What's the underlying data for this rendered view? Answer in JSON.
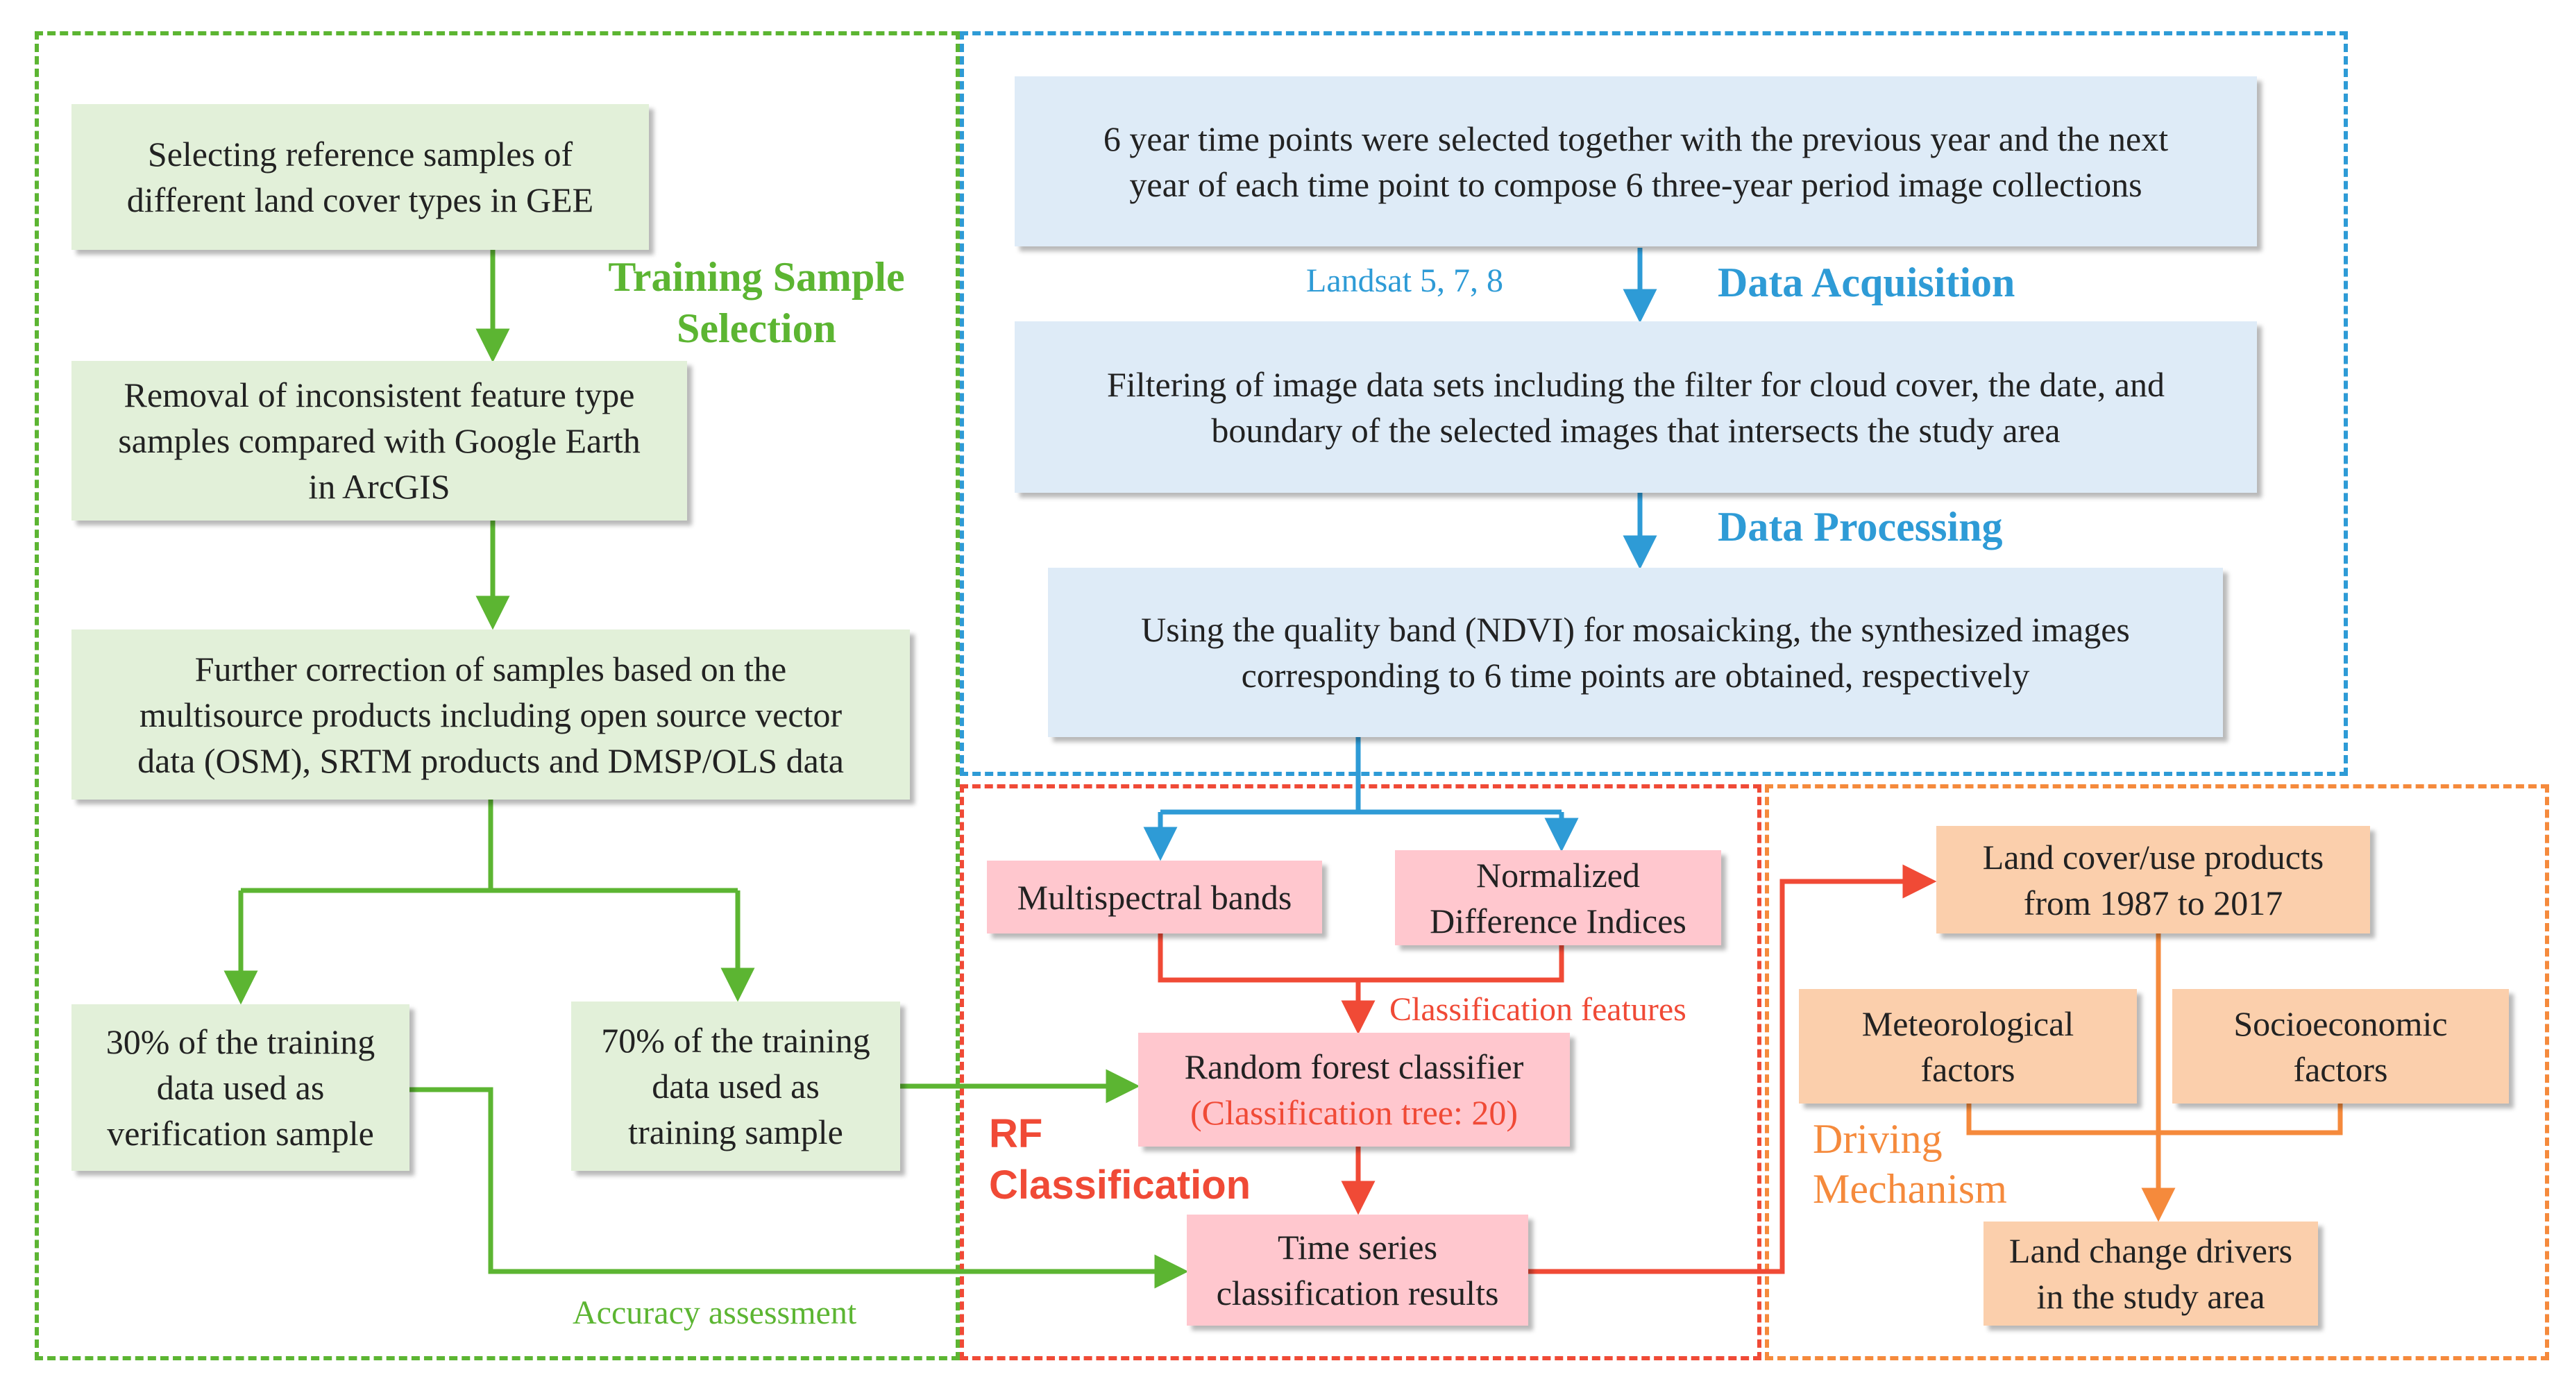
{
  "colors": {
    "green": "#5cb532",
    "blue": "#2e9bd6",
    "red": "#f04a36",
    "orange": "#f58a3c",
    "green_fill": "#e2f0d9",
    "blue_fill": "#deebf7",
    "red_fill": "#ffc7ce",
    "orange_fill": "#fbcfac"
  },
  "sections": {
    "training": {
      "title_line1": "Training Sample",
      "title_line2": "Selection"
    },
    "acquisition": {
      "title": "Data Acquisition",
      "note": "Landsat 5, 7, 8"
    },
    "processing": {
      "title": "Data Processing"
    },
    "rf": {
      "title_line1": "RF",
      "title_line2": "Classification",
      "features_note": "Classification features"
    },
    "driving": {
      "title_line1": "Driving",
      "title_line2": "Mechanism"
    },
    "accuracy": {
      "note": "Accuracy assessment"
    }
  },
  "nodes": {
    "select_samples": {
      "line1": "Selecting reference samples of",
      "line2": "different land cover types in GEE"
    },
    "removal": {
      "line1": "Removal of inconsistent feature type",
      "line2": "samples compared with Google Earth",
      "line3": "in ArcGIS"
    },
    "correction": {
      "line1": "Further correction of samples based on the",
      "line2": "multisource products including open source vector",
      "line3": "data (OSM), SRTM products and DMSP/OLS data"
    },
    "verification": {
      "line1": "30% of the training",
      "line2": "data used as",
      "line3": "verification sample"
    },
    "training_sample": {
      "line1": "70% of the training",
      "line2": "data used as",
      "line3": "training sample"
    },
    "time_points": {
      "line1": "6 year time points were selected together with the previous year and the next",
      "line2": "year of each time point to compose 6 three-year period image collections"
    },
    "filtering": {
      "line1": "Filtering of image data sets including the filter for cloud cover, the date, and",
      "line2": "boundary of the selected images that intersects the study area"
    },
    "mosaicking": {
      "line1": "Using the quality band (NDVI) for mosaicking, the synthesized images",
      "line2": "corresponding to 6 time points are obtained, respectively"
    },
    "multispectral": {
      "line1": "Multispectral bands"
    },
    "ndi": {
      "line1": "Normalized",
      "line2": "Difference Indices"
    },
    "rf_classifier": {
      "line1": "Random forest classifier",
      "line2": "(Classification tree: 20)"
    },
    "time_series": {
      "line1": "Time series",
      "line2": "classification results"
    },
    "products": {
      "line1": "Land cover/use products",
      "line2": "from 1987 to 2017"
    },
    "meteorological": {
      "line1": "Meteorological",
      "line2": "factors"
    },
    "socioeconomic": {
      "line1": "Socioeconomic",
      "line2": "factors"
    },
    "drivers": {
      "line1": "Land change drivers",
      "line2": "in the study area"
    }
  }
}
